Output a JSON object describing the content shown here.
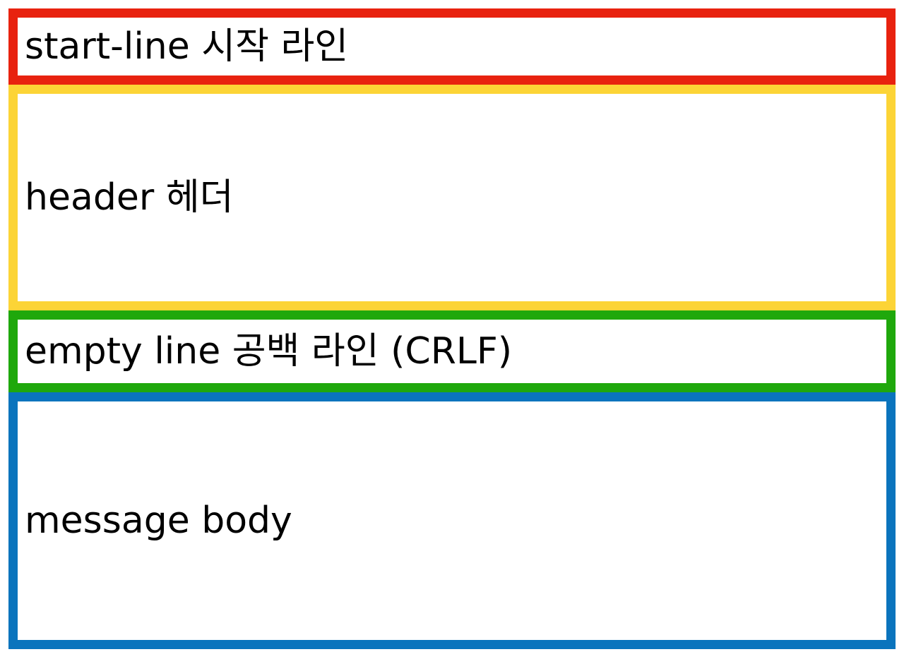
{
  "sections": [
    {
      "id": "start-line",
      "label": "start-line 시작 라인",
      "color": "#e8220f"
    },
    {
      "id": "header",
      "label": "header 헤더",
      "color": "#fcd436"
    },
    {
      "id": "empty-line",
      "label": "empty line 공백 라인 (CRLF)",
      "color": "#1fa80c"
    },
    {
      "id": "message-body",
      "label": "message body",
      "color": "#0a74bd"
    }
  ]
}
